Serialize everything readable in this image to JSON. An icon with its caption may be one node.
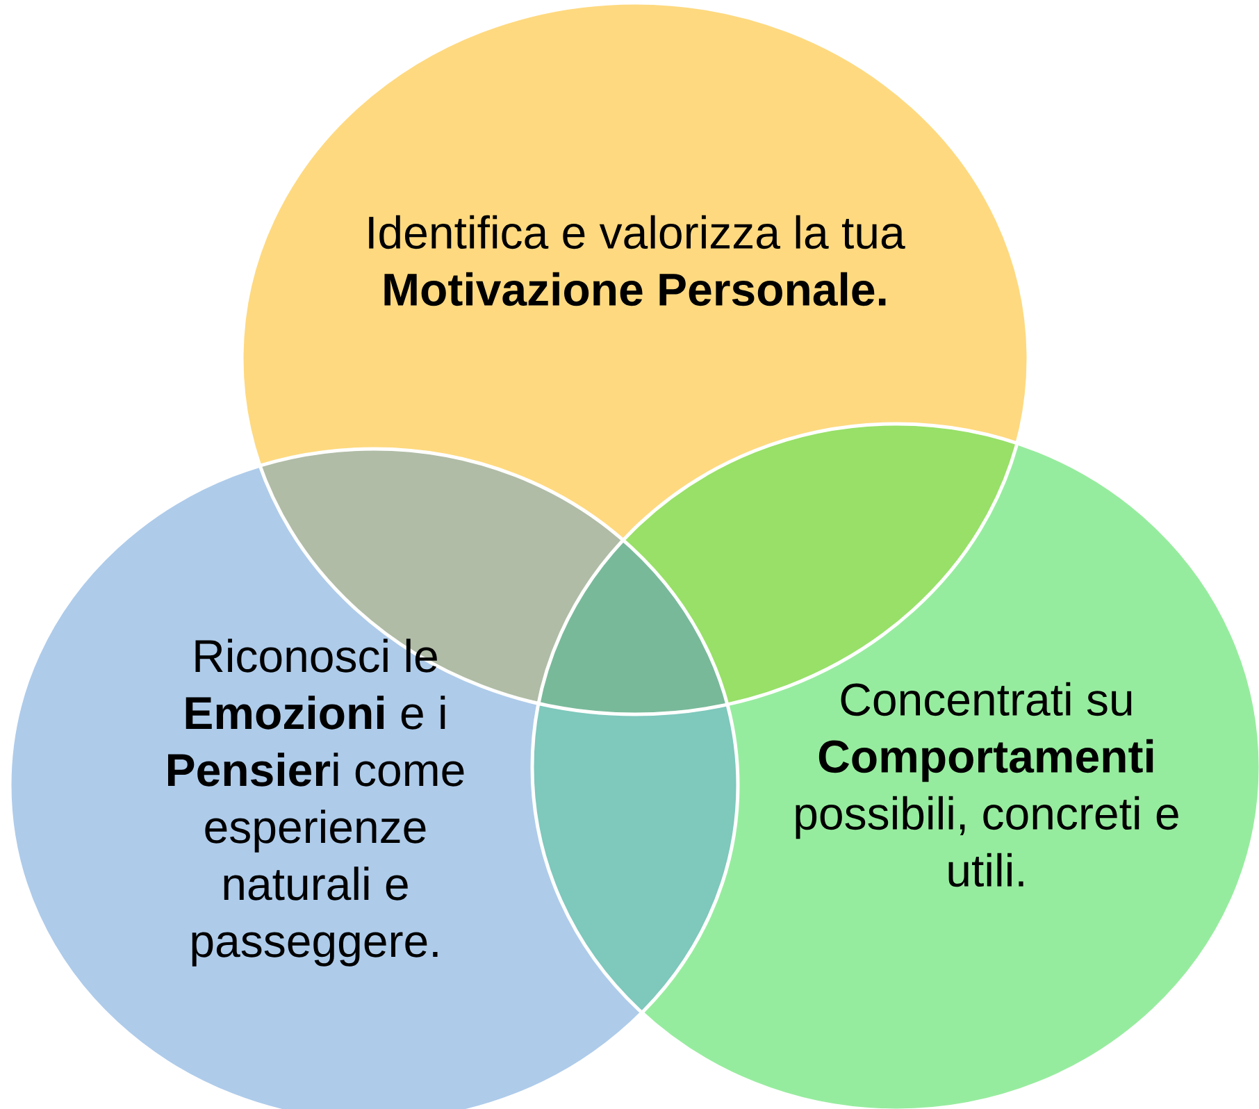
{
  "diagram": {
    "nodes": [
      {
        "text": [
          "Identifica e valorizza la tua **Motivazione Personale.**"
        ]
      },
      {
        "text": [
          "Riconosci le **Emozioni** e i **Pensier**i come esperienze naturali e passeggere."
        ]
      },
      {
        "text": [
          "Concentrati su **Comportamenti** possibili, concreti e utili."
        ]
      }
    ]
  }
}
